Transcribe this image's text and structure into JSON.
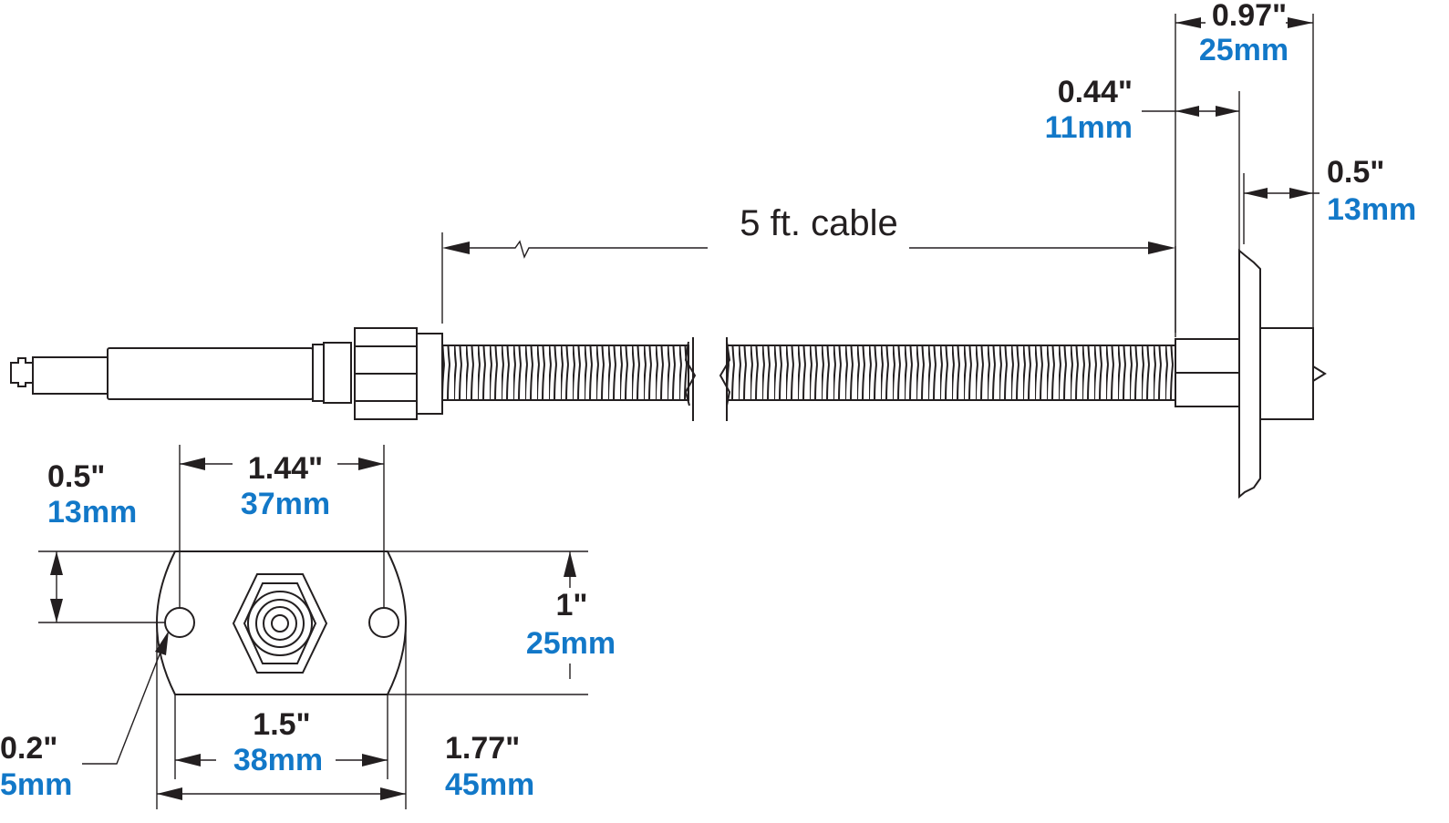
{
  "colors": {
    "ink": "#231f20",
    "metric": "#1278c8",
    "background": "#ffffff"
  },
  "cable": {
    "label": "5 ft. cable"
  },
  "dimensions": {
    "overall_depth": {
      "inch": "0.97\"",
      "mm": "25mm"
    },
    "nut_depth": {
      "inch": "0.44\"",
      "mm": "11mm"
    },
    "tip_length": {
      "inch": "0.5\"",
      "mm": "13mm"
    },
    "hole_to_edge": {
      "inch": "0.5\"",
      "mm": "13mm"
    },
    "hole_spacing": {
      "inch": "1.44\"",
      "mm": "37mm"
    },
    "flange_height": {
      "inch": "1\"",
      "mm": "25mm"
    },
    "hole_diameter": {
      "inch": "0.2\"",
      "mm": "5mm"
    },
    "flat_width": {
      "inch": "1.5\"",
      "mm": "38mm"
    },
    "flange_width": {
      "inch": "1.77\"",
      "mm": "45mm"
    }
  }
}
